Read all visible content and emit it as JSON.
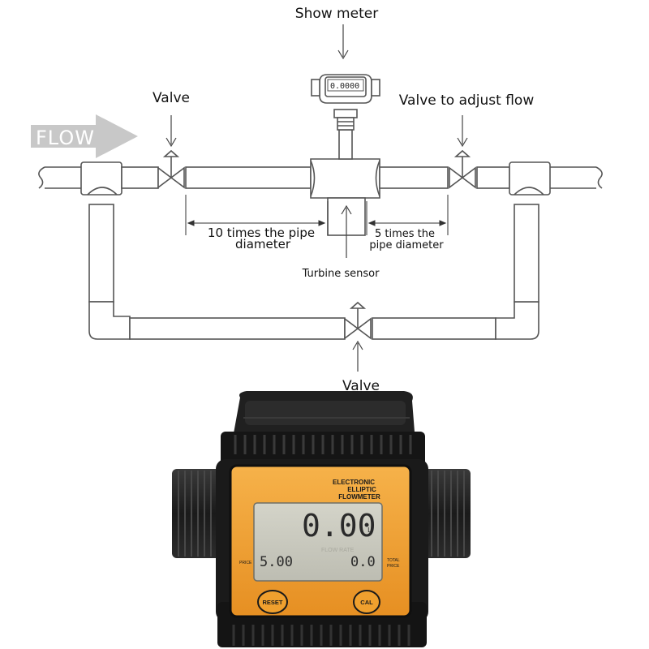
{
  "diagram": {
    "flow_label": "FLOW",
    "labels": {
      "show_meter": "Show meter",
      "valve_left": "Valve",
      "valve_right": "Valve to adjust flow",
      "dist_left_1": "10 times the pipe",
      "dist_left_2": "diameter",
      "dist_right_1": "5 times the",
      "dist_right_2": "pipe diameter",
      "turbine": "Turbine sensor",
      "valve_bottom": "Valve"
    },
    "meter_readout": "0.0000"
  },
  "device": {
    "title_lines": [
      "ELECTRONIC",
      "ELLIPTIC",
      "FLOWMETER"
    ],
    "display_main": "0.00",
    "display_unit": "L",
    "flow_rate_label": "FLOW RATE",
    "price_label": "PRICE",
    "price_value": "5.00",
    "total_label_1": "TOTAL",
    "total_label_2": "PRICE",
    "total_value": "0.0",
    "reset_label": "RESET",
    "cal_label": "CAL"
  },
  "colors": {
    "pipe_stroke": "#555555",
    "arrow_fill": "#bdbdbd",
    "body_black": "#1c1c1c",
    "panel_orange": "#f2a23a",
    "lcd_bg": "#c9c9bf",
    "button_orange": "#f0a02e"
  }
}
